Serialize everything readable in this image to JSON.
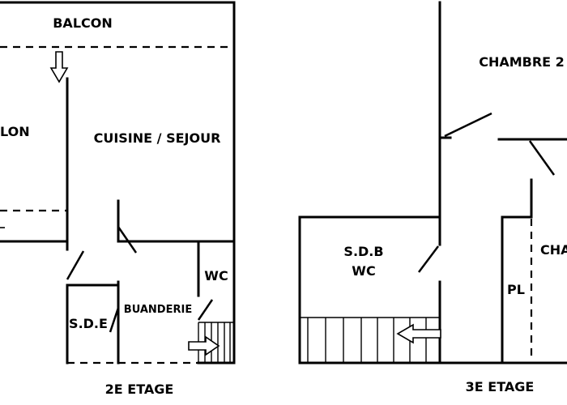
{
  "floors": [
    {
      "name": "2E ETAGE",
      "rooms": [
        "BALCON",
        "LON",
        "CUISINE / SEJOUR",
        "WC",
        "S.D.E",
        "BUANDERIE"
      ]
    },
    {
      "name": "3E ETAGE",
      "rooms": [
        "CHAMBRE 2",
        "S.D.B",
        "WC",
        "CHA",
        "PL"
      ]
    }
  ],
  "colors": {
    "lines": "#000000",
    "background": "#ffffff"
  },
  "icons": [
    "stair-direction-arrow-icon",
    "entry-arrow-icon"
  ]
}
